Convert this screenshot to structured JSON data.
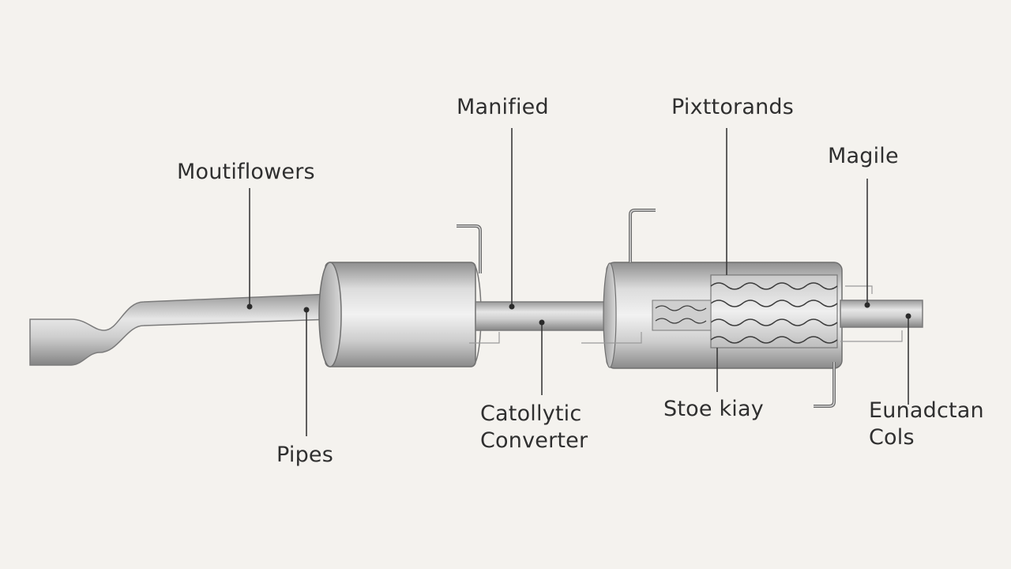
{
  "labels": {
    "mouthflowers": "Moutiflowers",
    "manified": "Manified",
    "pixttorands": "Pixttorands",
    "magile": "Magile",
    "pipes": "Pipes",
    "catalytic_line1": "Catollytic",
    "catalytic_line2": "Converter",
    "stoe_kiay": "Stoe kiay",
    "eunadctan_line1": "Eunadctan",
    "eunadctan_line2": "Cols"
  },
  "colors": {
    "background": "#f4f2ee",
    "pipe_dark": "#8d8d8d",
    "pipe_light": "#e9e9e9",
    "line": "#3a3a3a",
    "text": "#2f2f2f"
  }
}
